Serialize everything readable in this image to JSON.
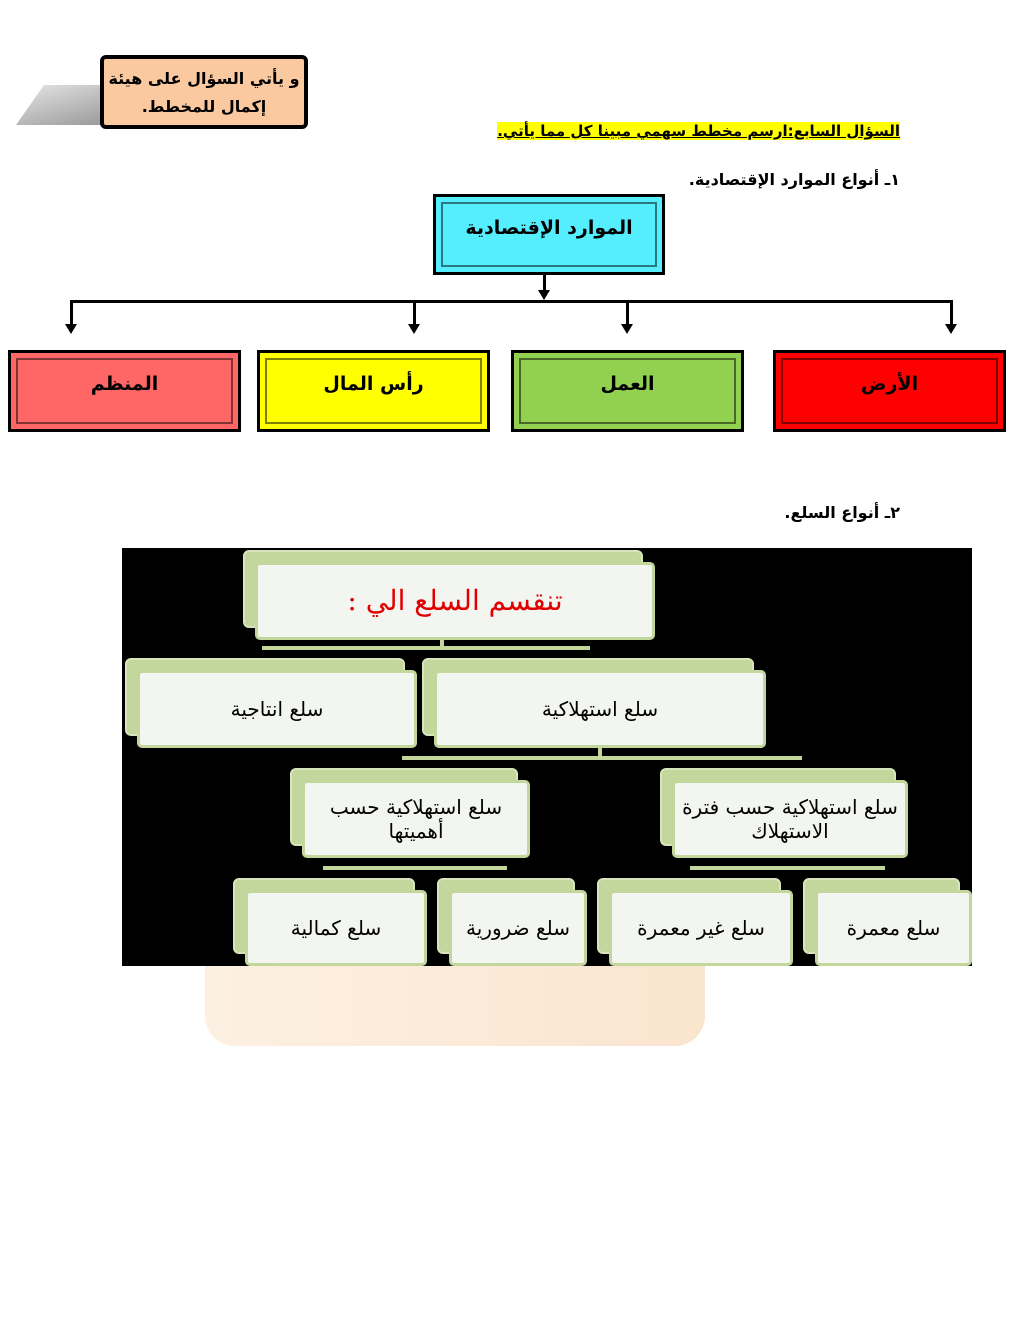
{
  "note_box": {
    "text": "و يأتي السؤال على هيئة إكمال للمخطط."
  },
  "question": {
    "title": "السؤال السابع:ارسم مخطط سهمي مبينا كل مما يأتي."
  },
  "part1": {
    "heading": "١ـ أنواع الموارد الإقتصادية.",
    "root": "الموارد الإقتصادية",
    "children": [
      {
        "label": "الأرض",
        "color": "#ff0000"
      },
      {
        "label": "العمل",
        "color": "#92d050"
      },
      {
        "label": "رأس المال",
        "color": "#ffff00"
      },
      {
        "label": "المنظم",
        "color": "#ff6666"
      }
    ]
  },
  "part2": {
    "heading": "٢ـ أنواع السلع.",
    "root": "تنقسم السلع الي :",
    "consumer": "سلع استهلاكية",
    "productive": "سلع انتاجية",
    "by_period": "سلع استهلاكية حسب فترة الاستهلاك",
    "by_importance": "سلع استهلاكية حسب أهميتها",
    "durable": "سلع معمرة",
    "non_durable": "سلع غير معمرة",
    "necessary": "سلع ضرورية",
    "luxury": "سلع كمالية"
  }
}
